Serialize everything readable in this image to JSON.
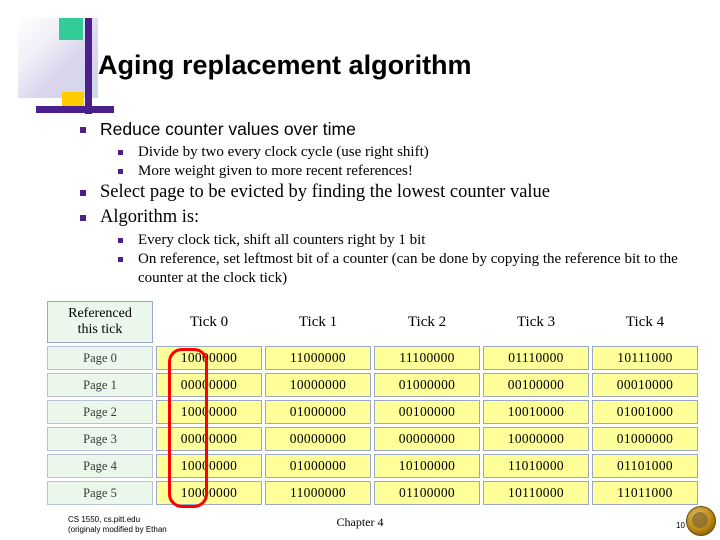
{
  "slide": {
    "title": "Aging replacement algorithm",
    "bullets": [
      {
        "level": 1,
        "text": "Reduce counter values over time"
      },
      {
        "level": 2,
        "text": "Divide by two every clock cycle (use right shift)"
      },
      {
        "level": 2,
        "text": "More weight given to more recent references!"
      },
      {
        "level": 1,
        "text": "Select page to be evicted by finding the lowest counter value"
      },
      {
        "level": 1,
        "text": "Algorithm is:"
      },
      {
        "level": 2,
        "text": "Every clock tick, shift all counters right by 1 bit"
      },
      {
        "level": 2,
        "text": "On reference, set leftmost bit of a counter (can be done by copying the reference bit to the counter at the clock tick)"
      }
    ],
    "table": {
      "corner_header_line1": "Referenced",
      "corner_header_line2": "this tick",
      "columns": [
        "Tick 0",
        "Tick 1",
        "Tick 2",
        "Tick 3",
        "Tick 4"
      ],
      "rows": [
        {
          "label": "Page 0",
          "values": [
            "10000000",
            "11000000",
            "11100000",
            "01110000",
            "10111000"
          ]
        },
        {
          "label": "Page 1",
          "values": [
            "00000000",
            "10000000",
            "01000000",
            "00100000",
            "00010000"
          ]
        },
        {
          "label": "Page 2",
          "values": [
            "10000000",
            "01000000",
            "00100000",
            "10010000",
            "01001000"
          ]
        },
        {
          "label": "Page 3",
          "values": [
            "00000000",
            "00000000",
            "00000000",
            "10000000",
            "01000000"
          ]
        },
        {
          "label": "Page 4",
          "values": [
            "10000000",
            "01000000",
            "10100000",
            "11010000",
            "01101000"
          ]
        },
        {
          "label": "Page 5",
          "values": [
            "10000000",
            "11000000",
            "01100000",
            "10110000",
            "11011000"
          ]
        }
      ]
    },
    "footer": {
      "left_line1": "CS 1550, cs.pitt.edu",
      "left_line2": "(originaly modified by Ethan",
      "center": "Chapter 4",
      "page_number": "10"
    },
    "colors": {
      "accent_purple": "#4b1f8c",
      "accent_green": "#33cc99",
      "accent_yellow": "#ffcc00",
      "cell_fill": "#ffff99",
      "label_fill": "#eaf7ea",
      "highlight": "#ff0000"
    }
  }
}
